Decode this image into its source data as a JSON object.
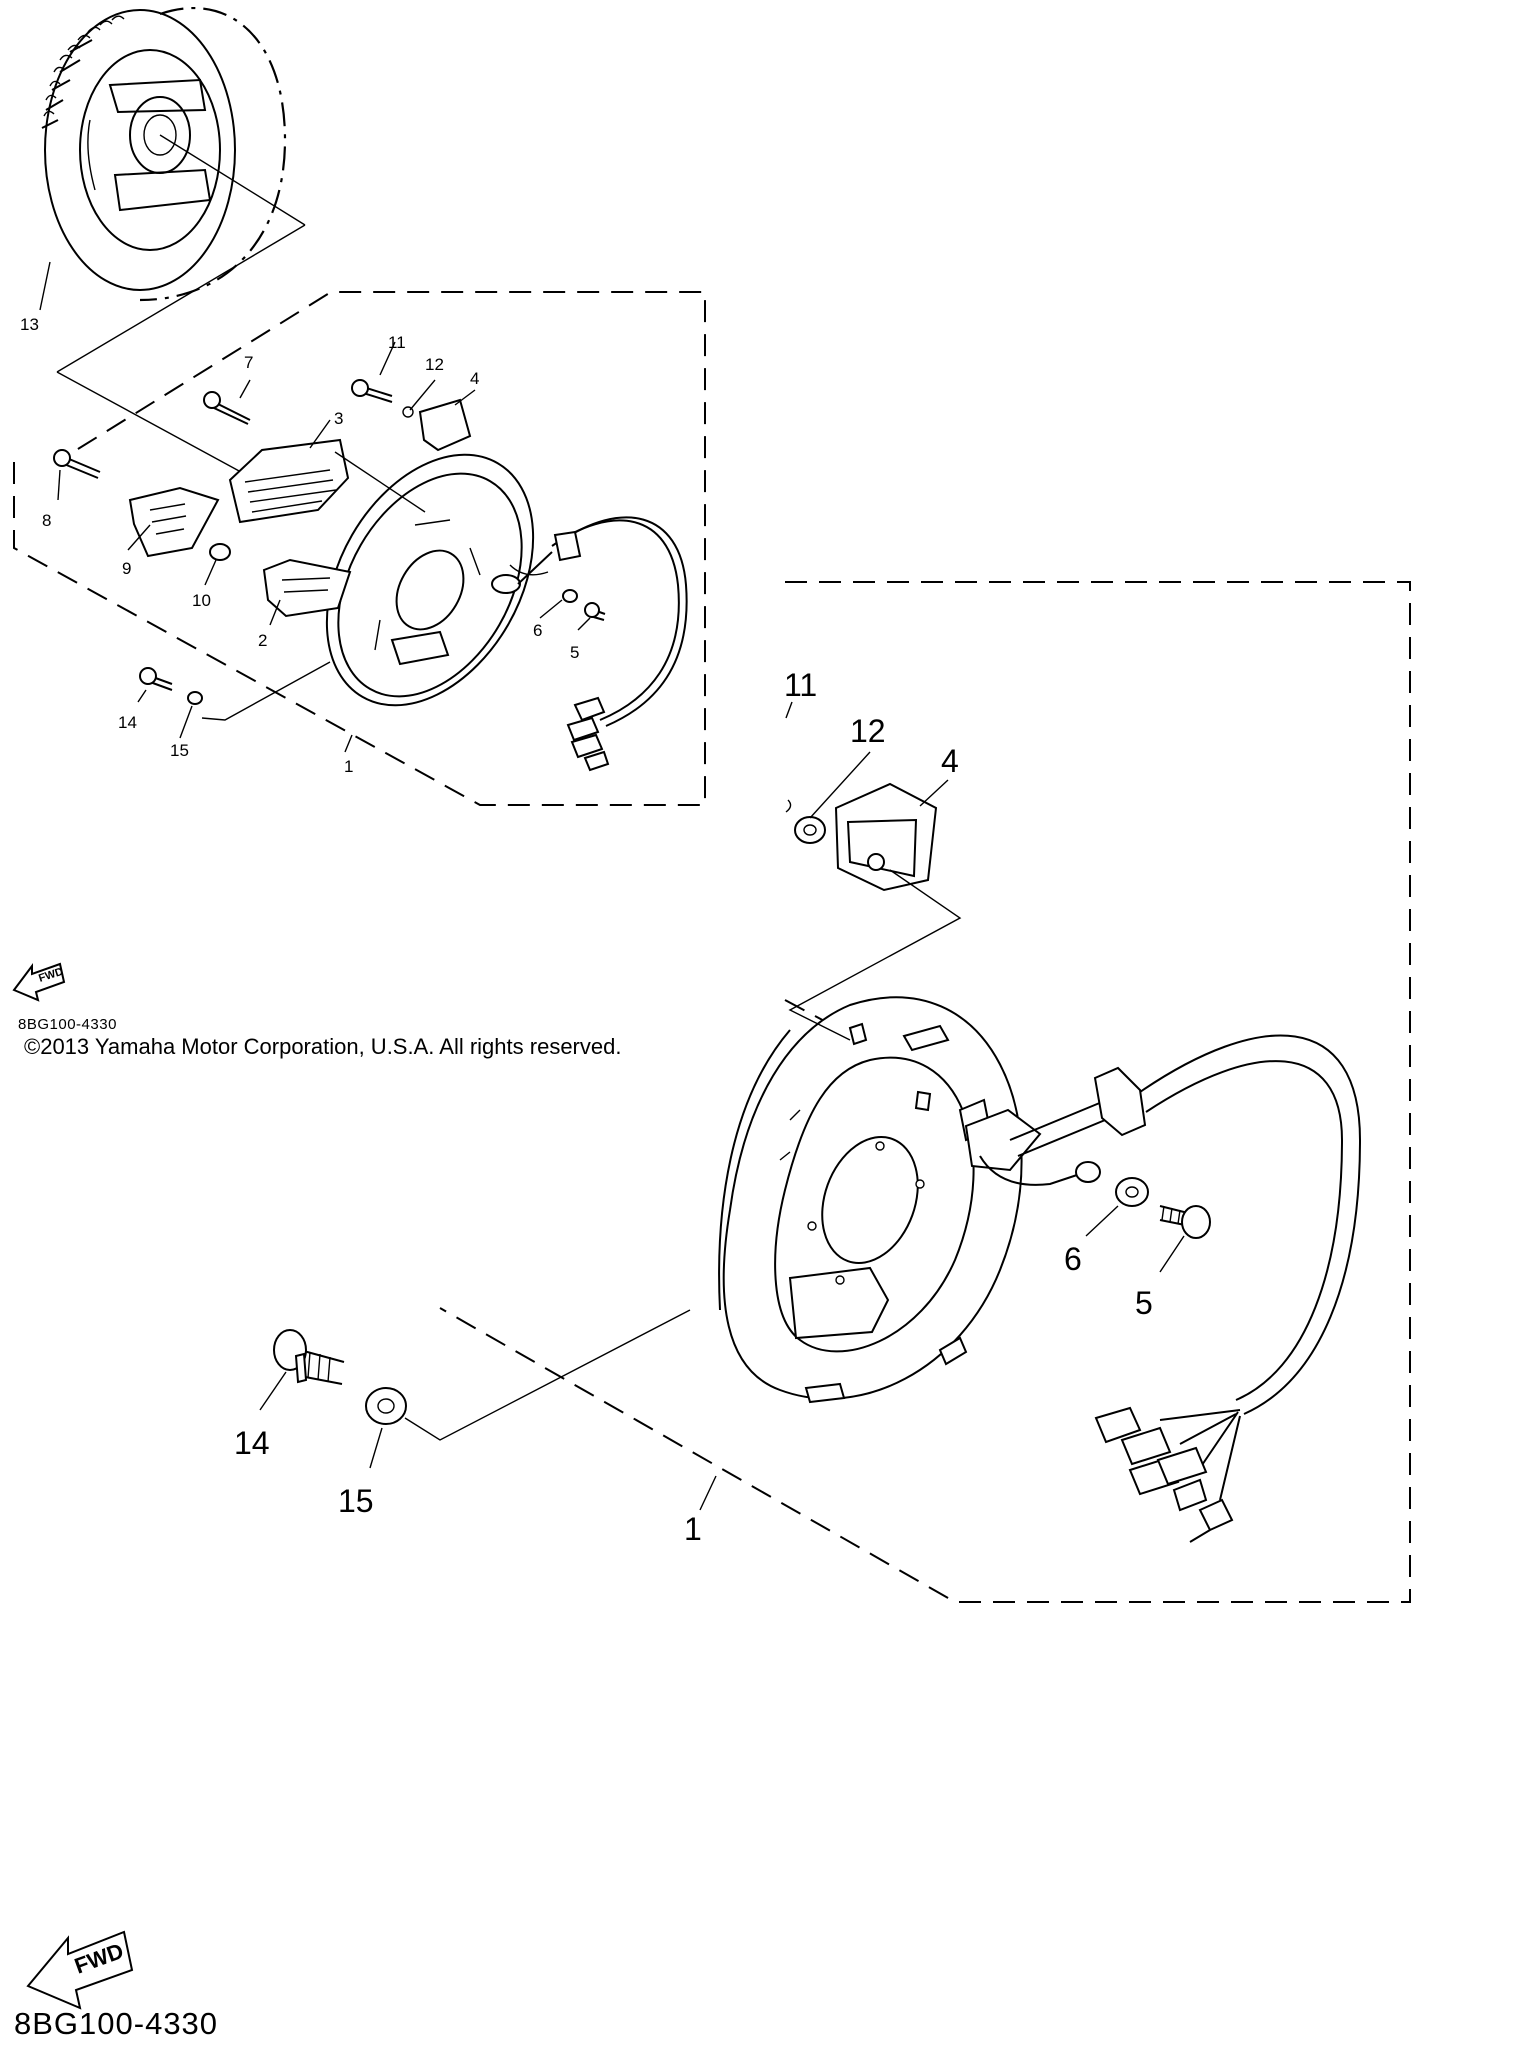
{
  "labels_small": {
    "p1": "1",
    "p2": "2",
    "p3": "3",
    "p4": "4",
    "p5": "5",
    "p6": "6",
    "p7": "7",
    "p8": "8",
    "p9": "9",
    "p10": "10",
    "p11": "11",
    "p12": "12",
    "p13": "13",
    "p14": "14",
    "p15": "15"
  },
  "labels_large": {
    "p1": "1",
    "p4": "4",
    "p5": "5",
    "p6": "6",
    "p11": "11",
    "p12": "12",
    "p14": "14",
    "p15": "15"
  },
  "fwd_arrow_text": "FWD",
  "part_code": "8BG100-4330",
  "copyright": "©2013 Yamaha Motor Corporation, U.S.A. All rights reserved.",
  "colors": {
    "ink": "#000000",
    "paper": "#ffffff"
  }
}
